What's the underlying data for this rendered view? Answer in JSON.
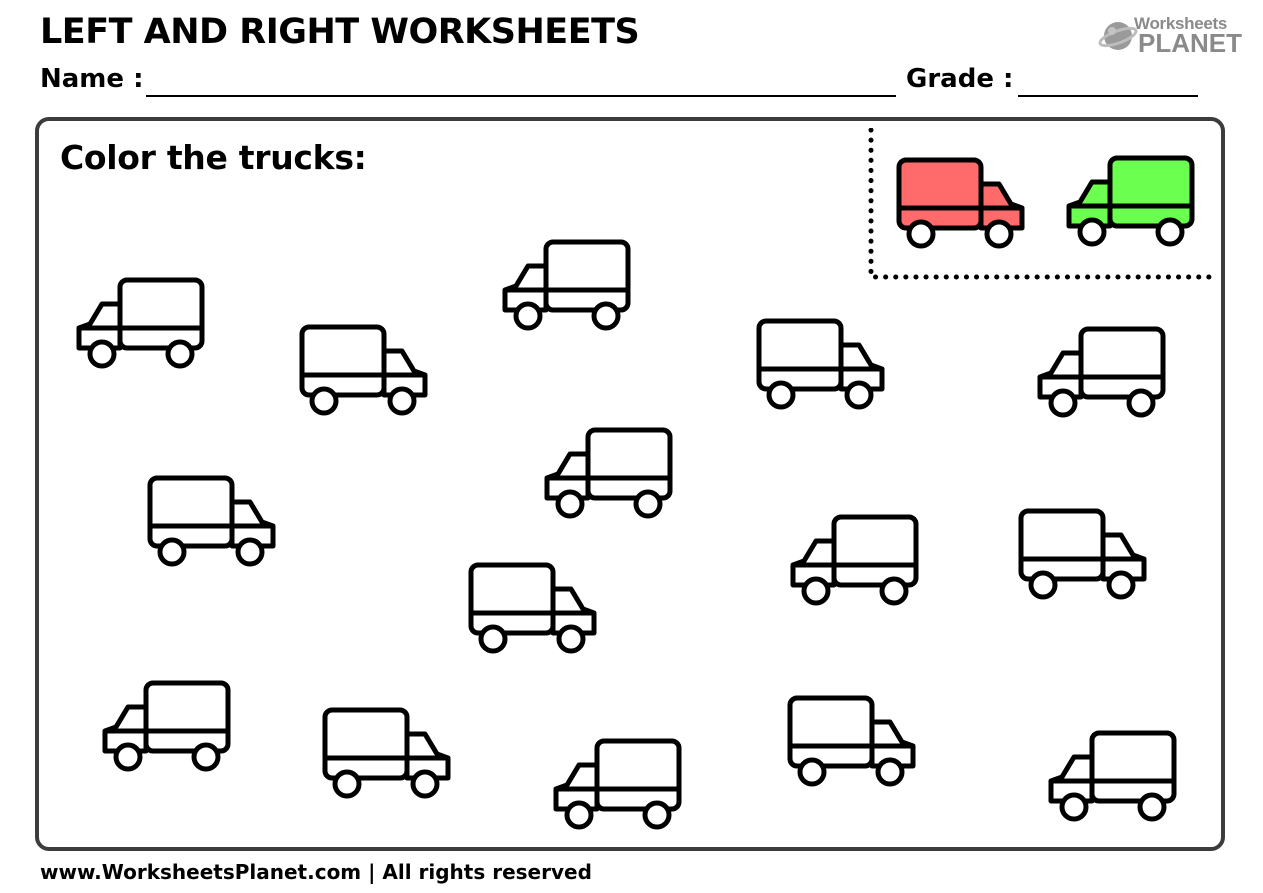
{
  "header": {
    "title": "LEFT AND RIGHT WORKSHEETS",
    "logo_top": "Worksheets",
    "logo_bottom": "PLANET",
    "name_label": "Name :",
    "grade_label": "Grade :"
  },
  "worksheet": {
    "instruction": "Color the trucks:",
    "key": {
      "left_color": "#ff6b6b",
      "right_color": "#6bff4f"
    },
    "trucks_facing": [
      "left",
      "left",
      "right",
      "right",
      "left",
      "left",
      "right",
      "left",
      "right",
      "right",
      "left",
      "right",
      "left",
      "right",
      "left"
    ],
    "outline_color": "#000000"
  },
  "footer": {
    "text": "www.WorksheetsPlanet.com | All rights reserved"
  }
}
